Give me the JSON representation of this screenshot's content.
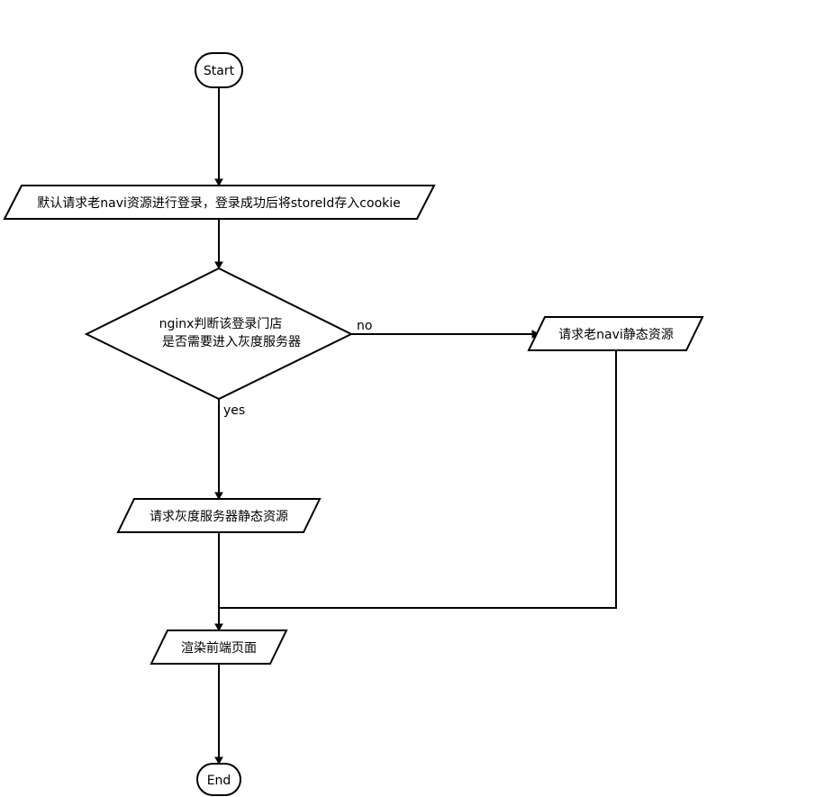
{
  "flowchart": {
    "nodes": {
      "start": {
        "type": "terminator",
        "label": "Start"
      },
      "default_login": {
        "type": "io",
        "label": "默认请求老navi资源进行登录，登录成功后将storeId存入cookie"
      },
      "decision": {
        "type": "decision",
        "line1": "nginx判断该登录门店",
        "line2": "是否需要进入灰度服务器"
      },
      "request_old": {
        "type": "io",
        "label": "请求老navi静态资源"
      },
      "request_gray": {
        "type": "io",
        "label": "请求灰度服务器静态资源"
      },
      "render": {
        "type": "io",
        "label": "渲染前端页面"
      },
      "end": {
        "type": "terminator",
        "label": "End"
      }
    },
    "edges": {
      "no_label": "no",
      "yes_label": "yes"
    }
  }
}
